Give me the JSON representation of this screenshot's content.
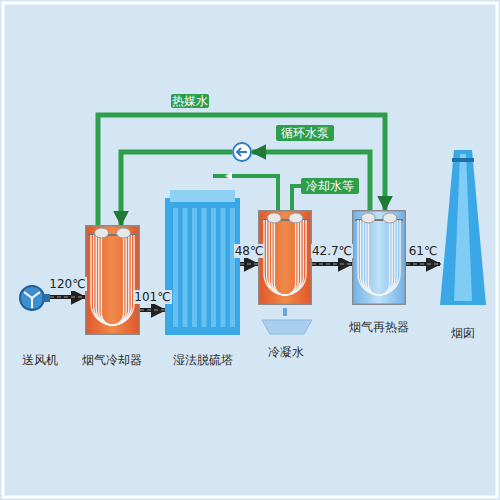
{
  "diagram": {
    "nodes": [
      {
        "text": [
          "送风机"
        ]
      },
      {
        "text": [
          "烟气冷却器"
        ]
      },
      {
        "text": [
          "湿法脱硫塔"
        ]
      },
      {
        "text": [
          "冷凝水"
        ]
      },
      {
        "text": [
          "烟气再热器"
        ]
      },
      {
        "text": [
          "烟囱"
        ]
      },
      {
        "text": [
          "循环水泵"
        ]
      }
    ],
    "edges": [
      {
        "from": 0,
        "to": 1,
        "arrow": "to",
        "label": "120℃"
      },
      {
        "from": 1,
        "to": 2,
        "arrow": "to",
        "label": "101℃"
      },
      {
        "from": 2,
        "to": 3,
        "arrow": "to",
        "label": "48℃"
      },
      {
        "from": 3,
        "to": 4,
        "arrow": "to",
        "label": "42.7℃"
      },
      {
        "from": 4,
        "to": 5,
        "arrow": "to",
        "label": "61℃"
      },
      {
        "from": 1,
        "to": 4,
        "arrow": "to",
        "label": "热媒水"
      },
      {
        "from": 4,
        "to": 6,
        "arrow": "to"
      },
      {
        "from": 6,
        "to": 1,
        "arrow": "to"
      }
    ],
    "labels": [
      "冷却水等"
    ]
  }
}
